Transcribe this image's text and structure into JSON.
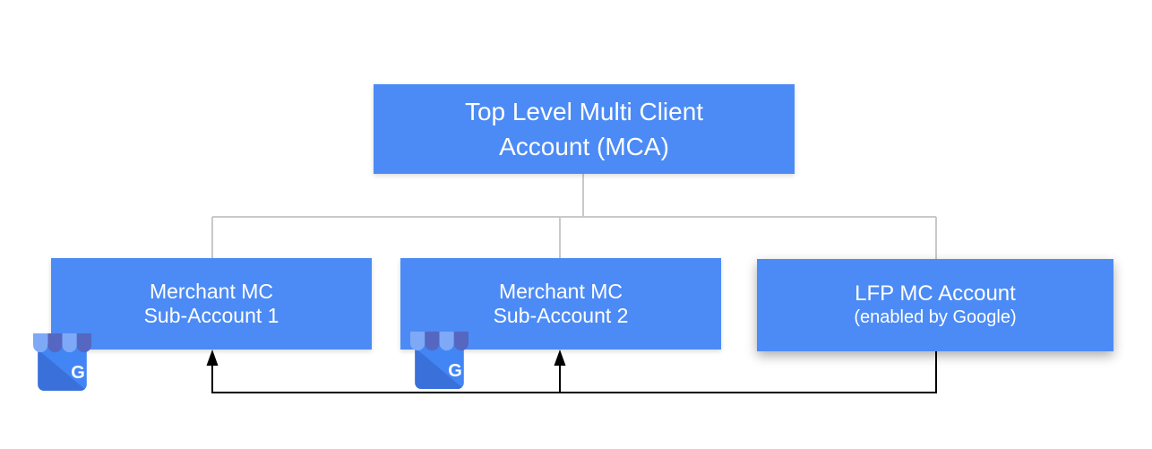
{
  "diagram": {
    "colors": {
      "page_bg": "#ffffff",
      "box_blue": "#4c8bf5",
      "box_text": "#ffffff",
      "tree_line": "#c9c9c9",
      "arrow_line": "#000000",
      "icon_awning_light": "#7ea9f7",
      "icon_awning_dark": "#5567c1",
      "icon_body": "#4285f4",
      "icon_body_fold": "#3a70d9",
      "icon_letter": "#ffffff"
    },
    "nodes": {
      "mca": {
        "line1": "Top Level Multi Client",
        "line2": "Account (MCA)"
      },
      "sub1": {
        "line1": "Merchant MC",
        "line2": "Sub-Account 1"
      },
      "sub2": {
        "line1": "Merchant MC",
        "line2": "Sub-Account 2"
      },
      "lfp": {
        "line1": "LFP MC Account",
        "line2": "(enabled by Google)"
      }
    },
    "icon": {
      "letter": "G"
    }
  }
}
